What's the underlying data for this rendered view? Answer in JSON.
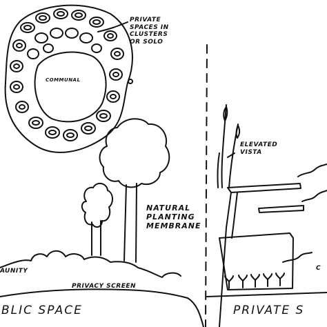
{
  "labels": {
    "private_spaces": "PRIVATE\nSPACES IN\nCLUSTERS\nOR SOLO",
    "communal": "COMMUNAL",
    "elevated_vista": "ELEVATED\nVISTA",
    "natural_planting": "NATURAL\nPLANTING\nMEMBRANE",
    "community": "AUNITY",
    "privacy_screen": "PRIVACY SCREEN",
    "public_space": "BLIC SPACE",
    "private_space": "PRIVATE S",
    "right_partial": "C"
  },
  "colors": {
    "ink": "#111111",
    "paper": "#ffffff"
  }
}
